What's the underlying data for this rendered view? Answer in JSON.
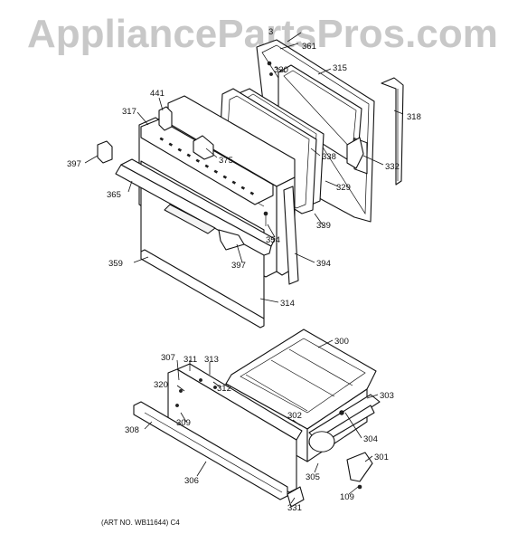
{
  "watermark": "AppliancePartsPros.com",
  "art_number": "(ART NO. WB11644) C4",
  "labels": {
    "l300": "300",
    "l301": "301",
    "l302": "302",
    "l303": "303",
    "l304": "304",
    "l305": "305",
    "l306": "306",
    "l307": "307",
    "l308": "308",
    "l309": "309",
    "l311": "311",
    "l312": "312",
    "l313": "313",
    "l314": "314",
    "l315": "315",
    "l317": "317",
    "l318": "318",
    "l320a": "320",
    "l320b": "320",
    "l329": "329",
    "l331": "331",
    "l332": "332",
    "l338": "338",
    "l339": "339",
    "l354": "354",
    "l359": "359",
    "l361": "361",
    "l365": "365",
    "l375": "375",
    "l394": "394",
    "l397a": "397",
    "l397b": "397",
    "l441": "441",
    "l109": "109",
    "l3top": "3"
  }
}
